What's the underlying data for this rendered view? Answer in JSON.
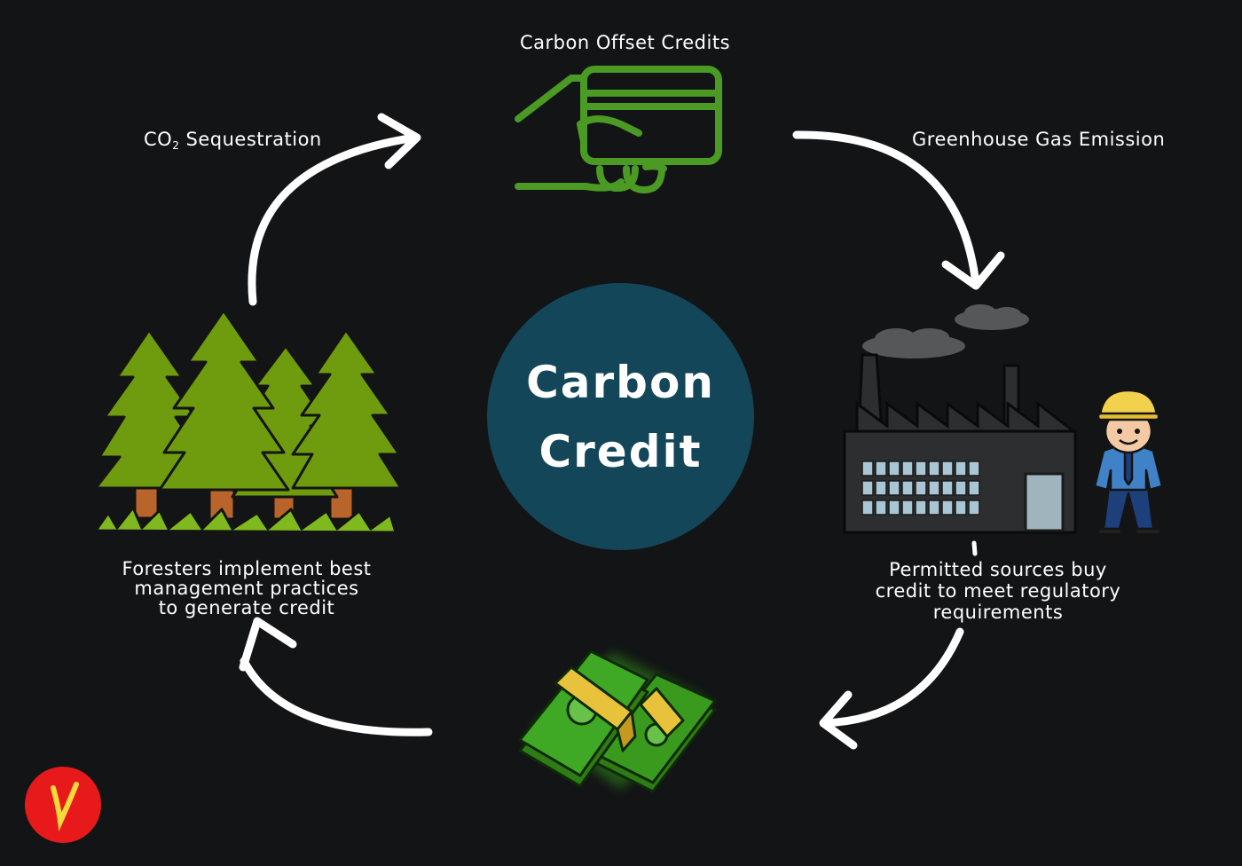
{
  "center": {
    "line1": "Carbon",
    "line2": "Credit"
  },
  "labels": {
    "carbon_offset_credits": "Carbon Offset Credits",
    "co2_sequestration_prefix": "CO",
    "co2_sequestration_sub": "2",
    "co2_sequestration_suffix": " Sequestration",
    "greenhouse_gas_emission": "Greenhouse Gas Emission",
    "foresters": "Foresters implement best\nmanagement practices\nto generate credit",
    "permitted_sources": "Permitted sources buy\ncredit to meet regulatory\nrequirements"
  },
  "icons": {
    "credit_card": "hand-holding-card-icon",
    "forest": "pine-trees-icon",
    "factory": "factory-icon",
    "worker": "engineer-icon",
    "money": "cash-stack-icon",
    "logo": "brand-logo-icon"
  },
  "colors": {
    "background": "#131416",
    "circle": "#134658",
    "card_green": "#4a9a23",
    "tree_green": "#6e9c0e",
    "money_green": "#3a9a1e",
    "arrow": "#ffffff",
    "logo_red": "#e8191a"
  }
}
